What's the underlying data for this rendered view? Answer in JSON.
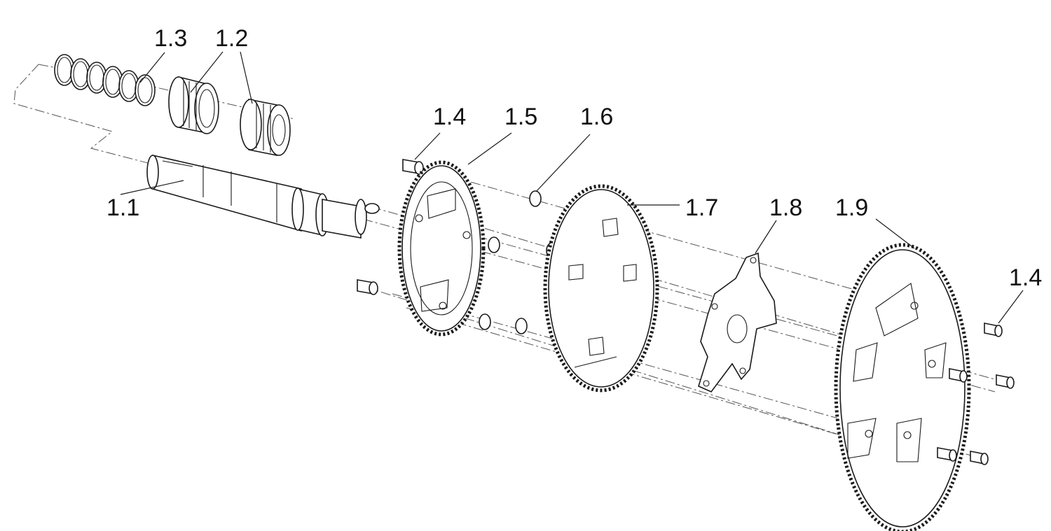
{
  "callouts": {
    "c_1_1": "1.1",
    "c_1_2": "1.2",
    "c_1_3": "1.3",
    "c_1_4_left": "1.4",
    "c_1_4_right": "1.4",
    "c_1_5": "1.5",
    "c_1_6": "1.6",
    "c_1_7": "1.7",
    "c_1_8": "1.8",
    "c_1_9": "1.9"
  },
  "colors": {
    "line": "#1a1a1a",
    "background": "#ffffff"
  }
}
